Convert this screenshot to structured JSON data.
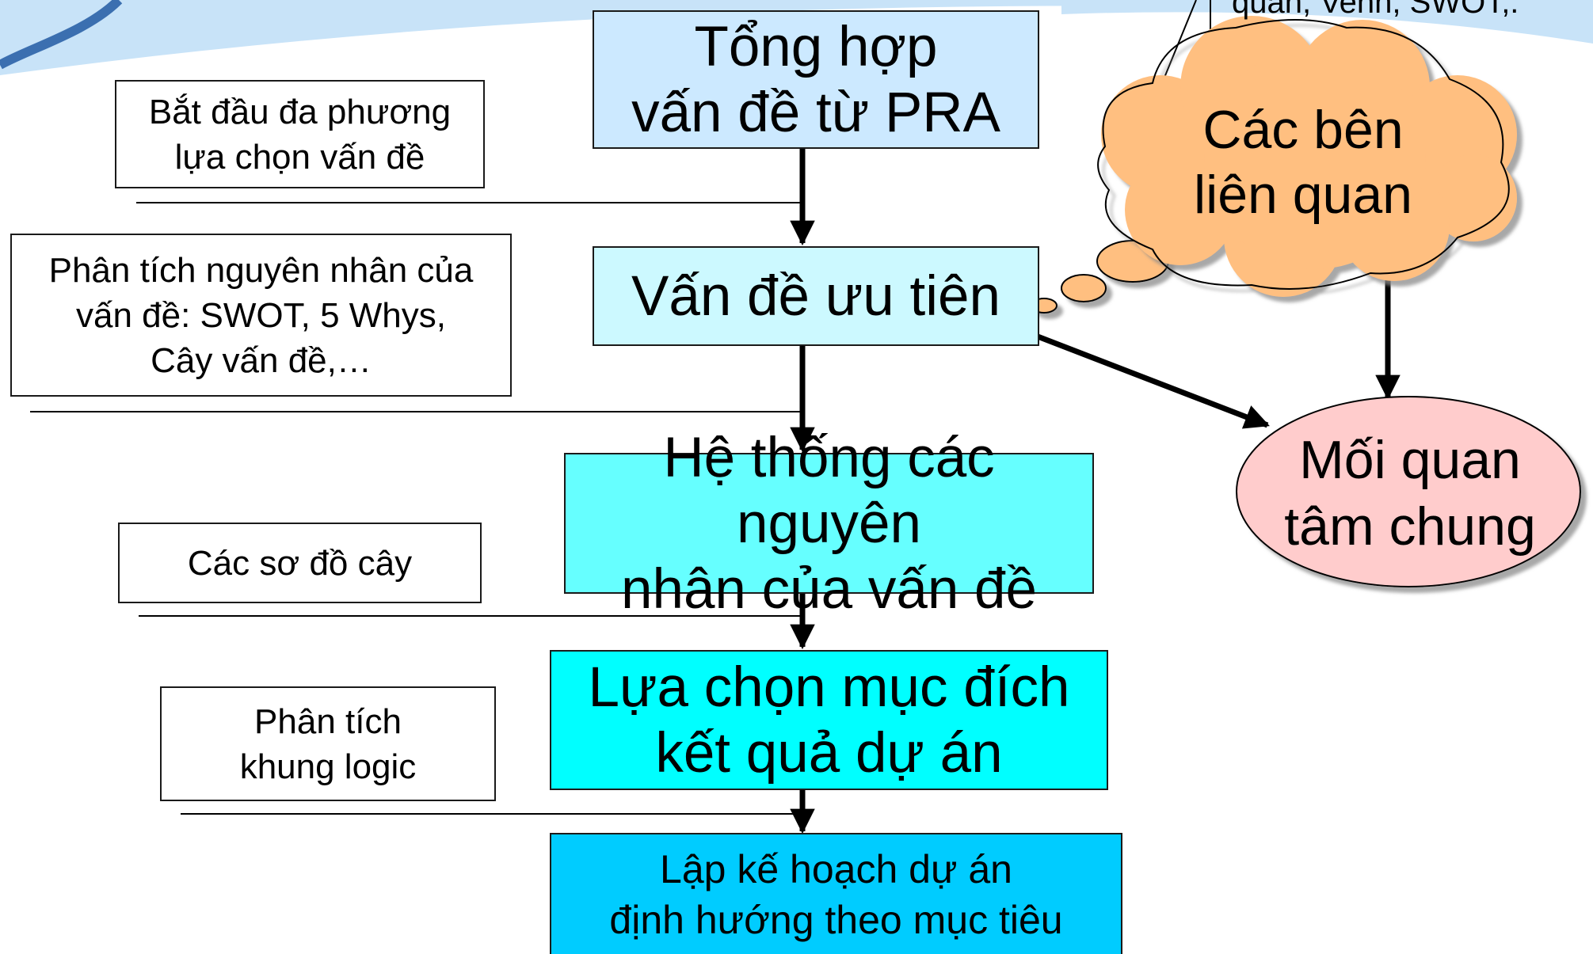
{
  "colors": {
    "box1": "#cce9ff",
    "box2": "#ccf9ff",
    "box3": "#66ffff",
    "box4": "#00ffff",
    "box5": "#00ccff",
    "cloud": "#ffbf80",
    "ellipse": "#ffcccc",
    "banner": "#c8e3f8"
  },
  "flow": {
    "box1": {
      "line1": "Tổng hợp",
      "line2": "vấn đề từ PRA"
    },
    "box2": {
      "line1": "Vấn đề ưu tiên"
    },
    "box3": {
      "line1": "Hệ thống các nguyên",
      "line2": "nhân của vấn đề"
    },
    "box4": {
      "line1": "Lựa chọn mục đích",
      "line2": "kết quả dự án"
    },
    "box5": {
      "line1": "Lập kế hoạch dự án",
      "line2": "định hướng theo mục tiêu"
    }
  },
  "notes": {
    "note1": {
      "line1": "Bắt đầu đa phương",
      "line2": "lựa chọn vấn đề"
    },
    "note2": {
      "line1": "Phân tích nguyên nhân của",
      "line2": "vấn đề: SWOT, 5 Whys,",
      "line3": "Cây vấn đề,…"
    },
    "note3": {
      "line1": "Các sơ đồ cây"
    },
    "note4": {
      "line1": "Phân tích",
      "line2": "khung logic"
    }
  },
  "cloud": {
    "line1": "Các bên",
    "line2": "liên quan"
  },
  "ellipse": {
    "line1": "Mối quan",
    "line2": "tâm chung"
  },
  "top_callout": {
    "text": "quan, Venn, SWOT,."
  }
}
